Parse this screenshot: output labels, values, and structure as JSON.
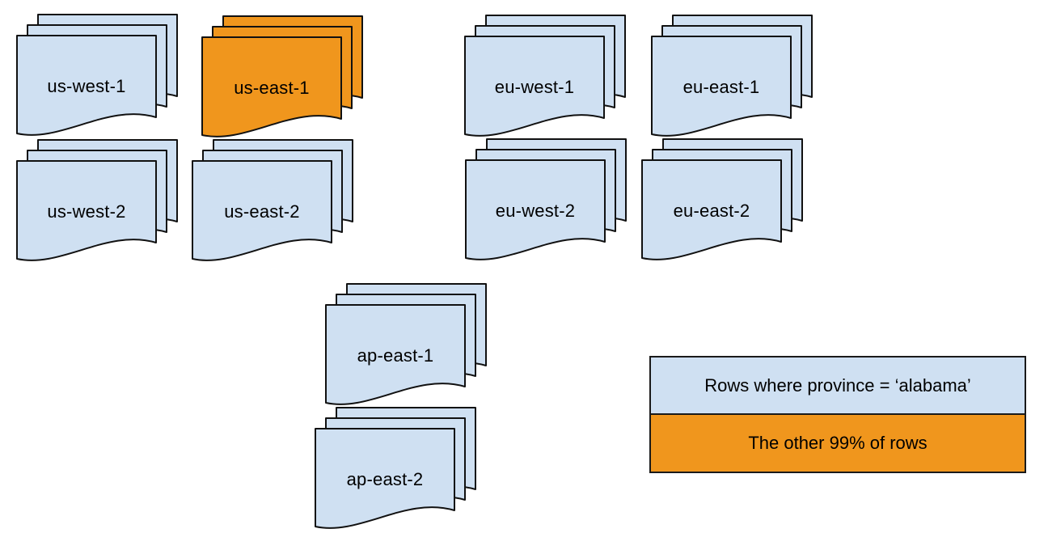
{
  "colors": {
    "sheet_blue": "#CFE0F2",
    "sheet_orange": "#F0961D",
    "outline": "#111111",
    "text": "#000000"
  },
  "stacks": [
    {
      "id": "us-west-1",
      "label": "us-west-1",
      "highlighted": false
    },
    {
      "id": "us-east-1",
      "label": "us-east-1",
      "highlighted": true
    },
    {
      "id": "eu-west-1",
      "label": "eu-west-1",
      "highlighted": false
    },
    {
      "id": "eu-east-1",
      "label": "eu-east-1",
      "highlighted": false
    },
    {
      "id": "us-west-2",
      "label": "us-west-2",
      "highlighted": false
    },
    {
      "id": "us-east-2",
      "label": "us-east-2",
      "highlighted": false
    },
    {
      "id": "eu-west-2",
      "label": "eu-west-2",
      "highlighted": false
    },
    {
      "id": "eu-east-2",
      "label": "eu-east-2",
      "highlighted": false
    },
    {
      "id": "ap-east-1",
      "label": "ap-east-1",
      "highlighted": false
    },
    {
      "id": "ap-east-2",
      "label": "ap-east-2",
      "highlighted": false
    }
  ],
  "legend": {
    "items": [
      {
        "label": "Rows where province = ‘alabama’",
        "color_key": "sheet_blue"
      },
      {
        "label": "The other 99% of rows",
        "color_key": "sheet_orange"
      }
    ]
  }
}
